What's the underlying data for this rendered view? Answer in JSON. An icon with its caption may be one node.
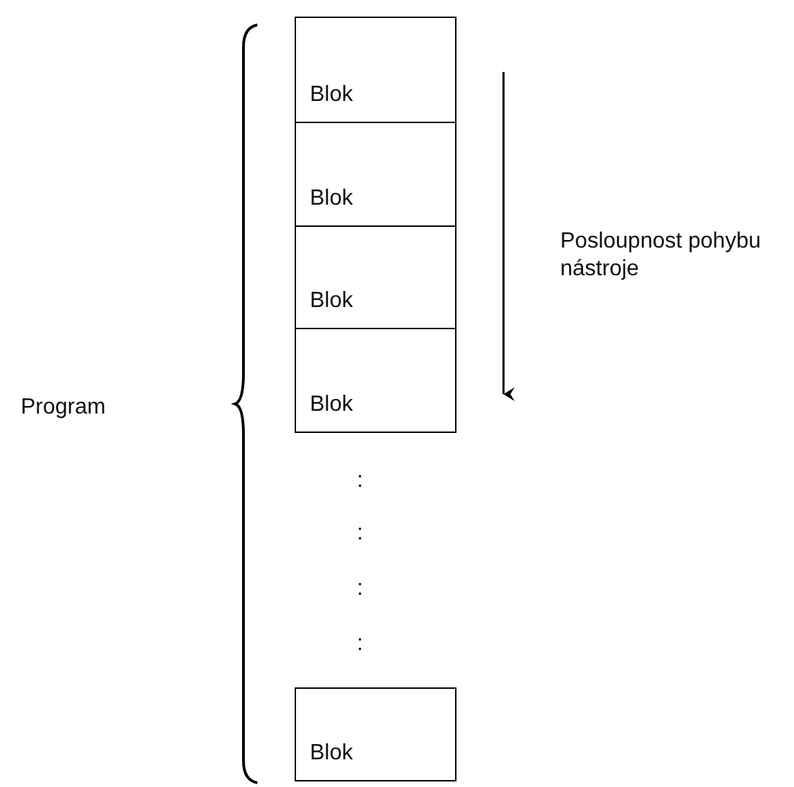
{
  "diagram": {
    "nodes": [
      {
        "text": [
          "Blok"
        ]
      },
      {
        "text": [
          "Blok"
        ]
      },
      {
        "text": [
          "Blok"
        ]
      },
      {
        "text": [
          "Blok"
        ]
      },
      {
        "text": [
          "Blok"
        ]
      }
    ],
    "labels": [
      "Posloupnost pohybu nástroje",
      "Program",
      ":",
      ":",
      ":",
      ":"
    ]
  }
}
